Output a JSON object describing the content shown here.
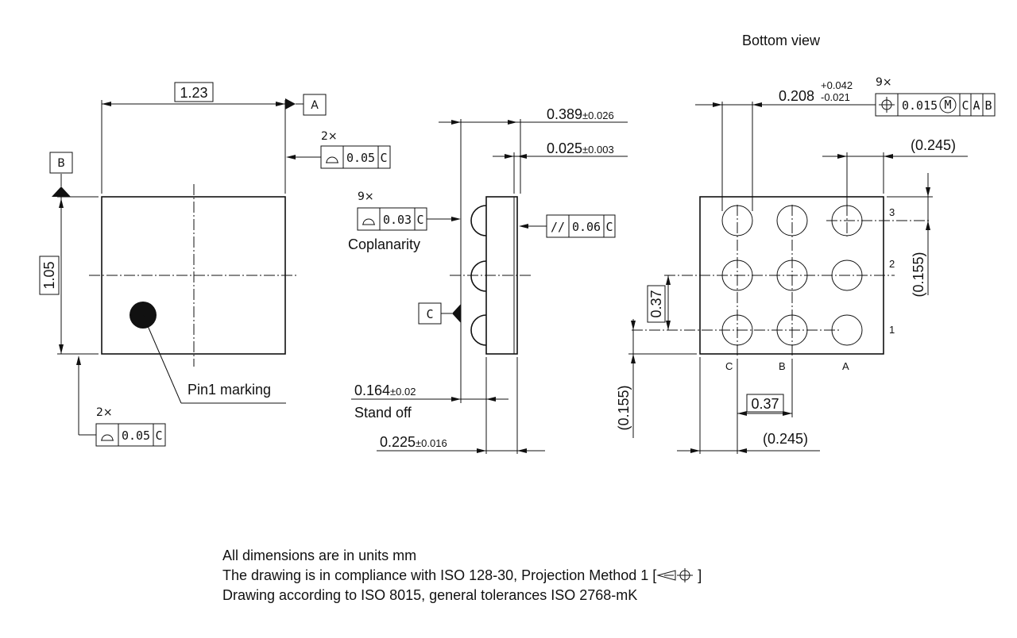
{
  "title": "Bottom view",
  "top_view": {
    "width": "1.23",
    "height": "1.05",
    "datum_a": "A",
    "datum_b": "B",
    "flatness_top": {
      "count": "2×",
      "tolerance": "0.05",
      "datum": "C"
    },
    "flatness_bottom": {
      "count": "2×",
      "tolerance": "0.05",
      "datum": "C"
    },
    "pin1_label": "Pin1 marking"
  },
  "side_view": {
    "total_height": {
      "value": "0.389",
      "tol": "±0.026"
    },
    "thin_layer": {
      "value": "0.025",
      "tol": "±0.003"
    },
    "coplanarity": {
      "count": "9×",
      "tolerance": "0.03",
      "datum": "C"
    },
    "coplanarity_label": "Coplanarity",
    "parallelism": {
      "symbol": "//",
      "tolerance": "0.06",
      "datum": "C"
    },
    "datum_c": "C",
    "standoff": {
      "value": "0.164",
      "tol": "±0.02"
    },
    "standoff_label": "Stand off",
    "body_thickness": {
      "value": "0.225",
      "tol": "±0.016"
    }
  },
  "bottom_view": {
    "ball_diameter": {
      "value": "0.208",
      "tol_plus": "+0.042",
      "tol_minus": "-0.021"
    },
    "position": {
      "count": "9×",
      "tolerance": "0.015",
      "modifier": "M",
      "datums": [
        "C",
        "A",
        "B"
      ]
    },
    "edge_x_top": "(0.245)",
    "edge_y_right": "(0.155)",
    "pitch_vertical": "0.37",
    "edge_y_left": "(0.155)",
    "pitch_horizontal": "0.37",
    "edge_x_bottom": "(0.245)",
    "rows": [
      "3",
      "2",
      "1"
    ],
    "cols": [
      "C",
      "B",
      "A"
    ]
  },
  "notes": [
    "All dimensions are in units mm",
    "The drawing is in compliance with ISO 128-30, Projection Method 1 [",
    "]",
    "Drawing according to ISO 8015, general tolerances ISO 2768-mK"
  ]
}
